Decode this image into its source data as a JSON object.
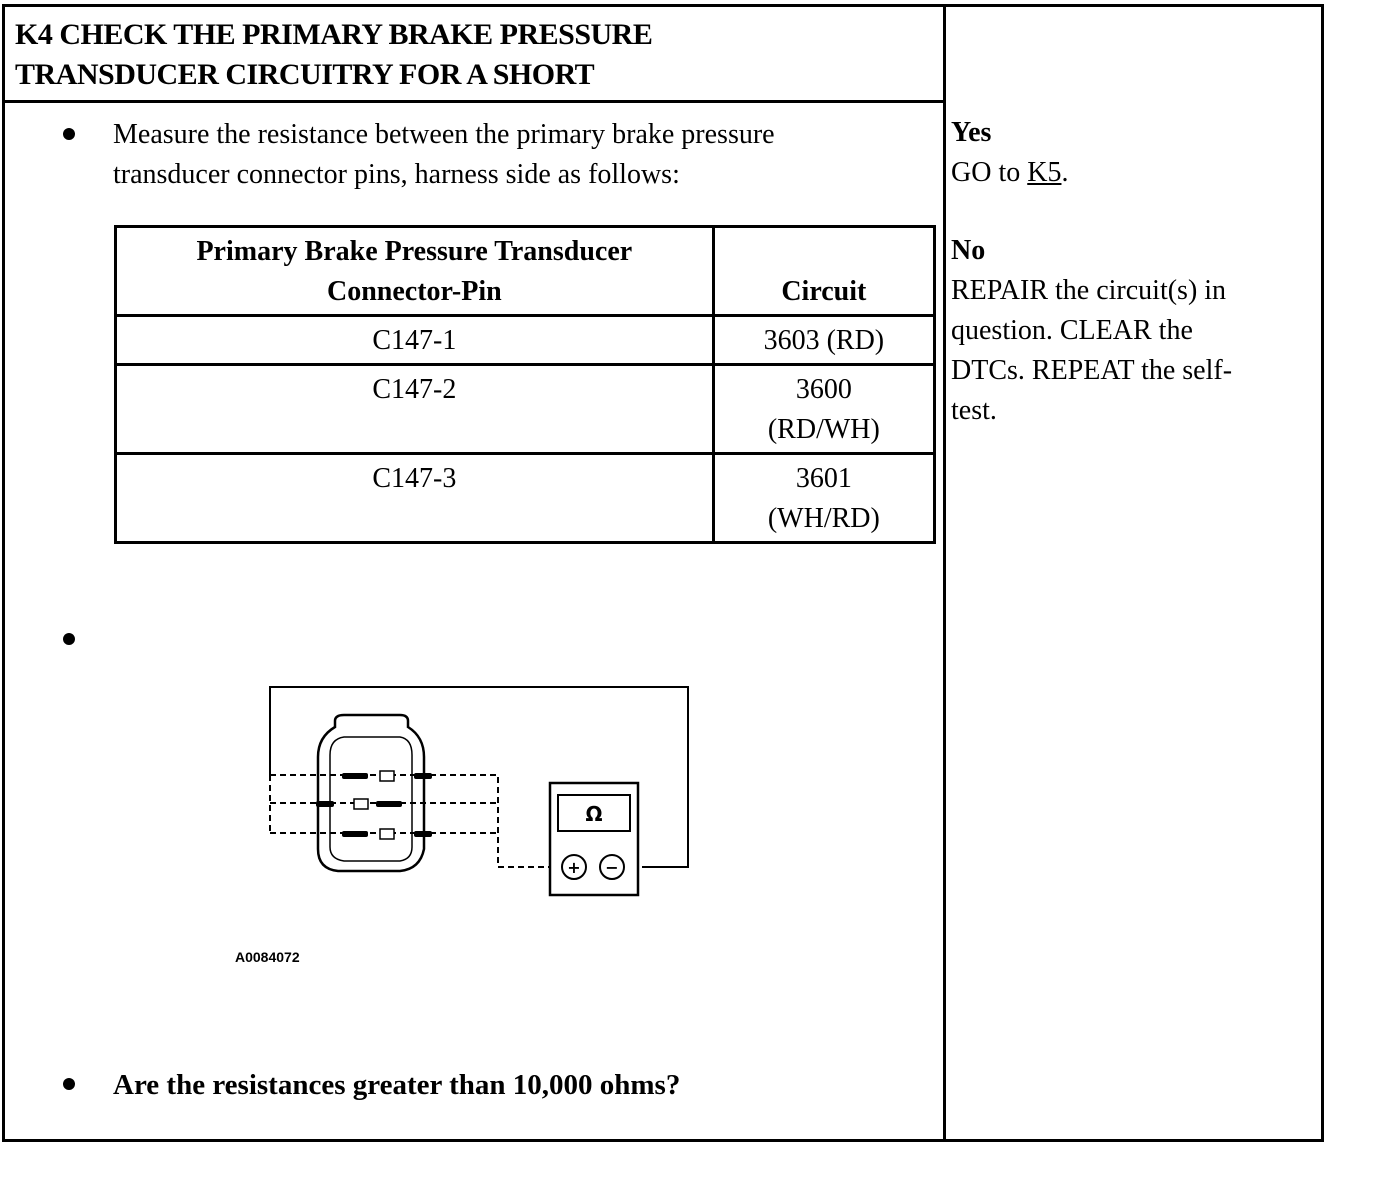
{
  "step": {
    "title_line1": "K4 CHECK THE PRIMARY BRAKE PRESSURE",
    "title_line2": "TRANSDUCER CIRCUITRY FOR A SHORT"
  },
  "instruction": {
    "line1": "Measure the resistance between the primary brake pressure",
    "line2": "transducer connector pins, harness side as follows:"
  },
  "pin_table": {
    "header_pin_line1": "Primary Brake Pressure Transducer",
    "header_pin_line2": "Connector-Pin",
    "header_circuit": "Circuit",
    "rows": [
      {
        "pin": "C147-1",
        "circuit_line1": "3603 (RD)",
        "circuit_line2": ""
      },
      {
        "pin": "C147-2",
        "circuit_line1": "3600",
        "circuit_line2": "(RD/WH)"
      },
      {
        "pin": "C147-3",
        "circuit_line1": "3601",
        "circuit_line2": "(WH/RD)"
      }
    ]
  },
  "figure": {
    "id": "A0084072",
    "meter_symbol": "Ω",
    "plus_symbol": "+",
    "minus_symbol": "−"
  },
  "question": "Are the resistances greater than 10,000 ohms?",
  "results": {
    "yes_label": "Yes",
    "yes_action": "GO to",
    "yes_link": "K5",
    "yes_suffix": ".",
    "no_label": "No",
    "no_line1": "REPAIR the circuit(s) in",
    "no_line2": "question. CLEAR the",
    "no_line3": "DTCs. REPEAT the self-",
    "no_line4": "test."
  }
}
